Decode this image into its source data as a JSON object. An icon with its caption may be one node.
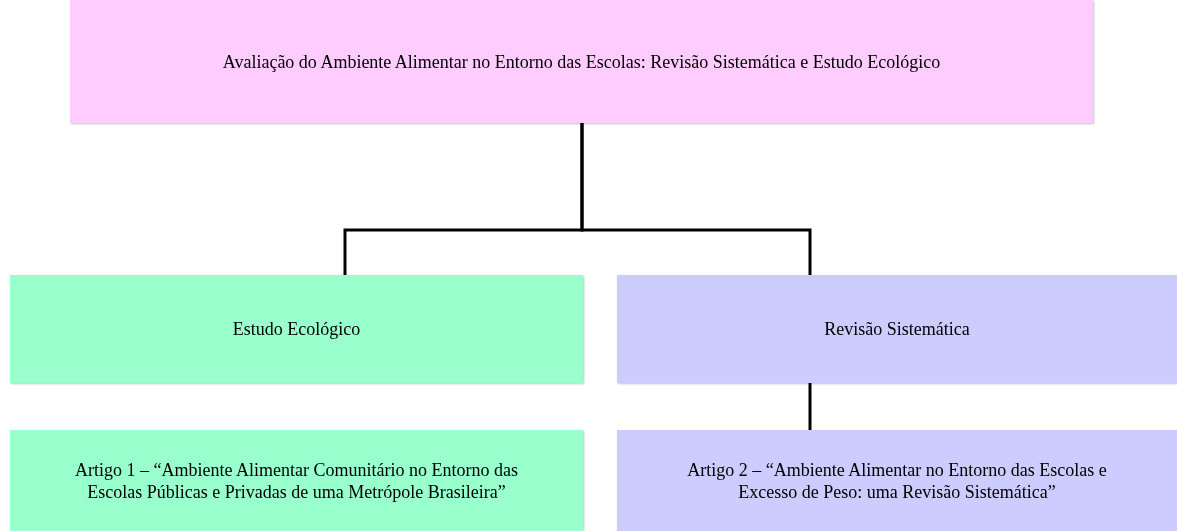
{
  "diagram": {
    "nodes": [
      {
        "text": [
          "Avaliação do Ambiente Alimentar no Entorno das Escolas: Revisão Sistemática e Estudo Ecológico"
        ]
      },
      {
        "text": [
          "Estudo Ecológico"
        ]
      },
      {
        "text": [
          "Revisão Sistemática"
        ]
      },
      {
        "text": [
          "Artigo 1 – “Ambiente Alimentar Comunitário no Entorno das Escolas Públicas e Privadas de uma Metrópole Brasileira”"
        ]
      },
      {
        "text": [
          "Artigo 2 – “Ambiente Alimentar no Entorno das Escolas e Excesso de Peso: uma Revisão Sistemática”"
        ]
      }
    ],
    "edges": [
      {
        "from": 0,
        "to": 1,
        "arrow": "none"
      },
      {
        "from": 0,
        "to": 2,
        "arrow": "none"
      },
      {
        "from": 2,
        "to": 4,
        "arrow": "none"
      }
    ]
  }
}
